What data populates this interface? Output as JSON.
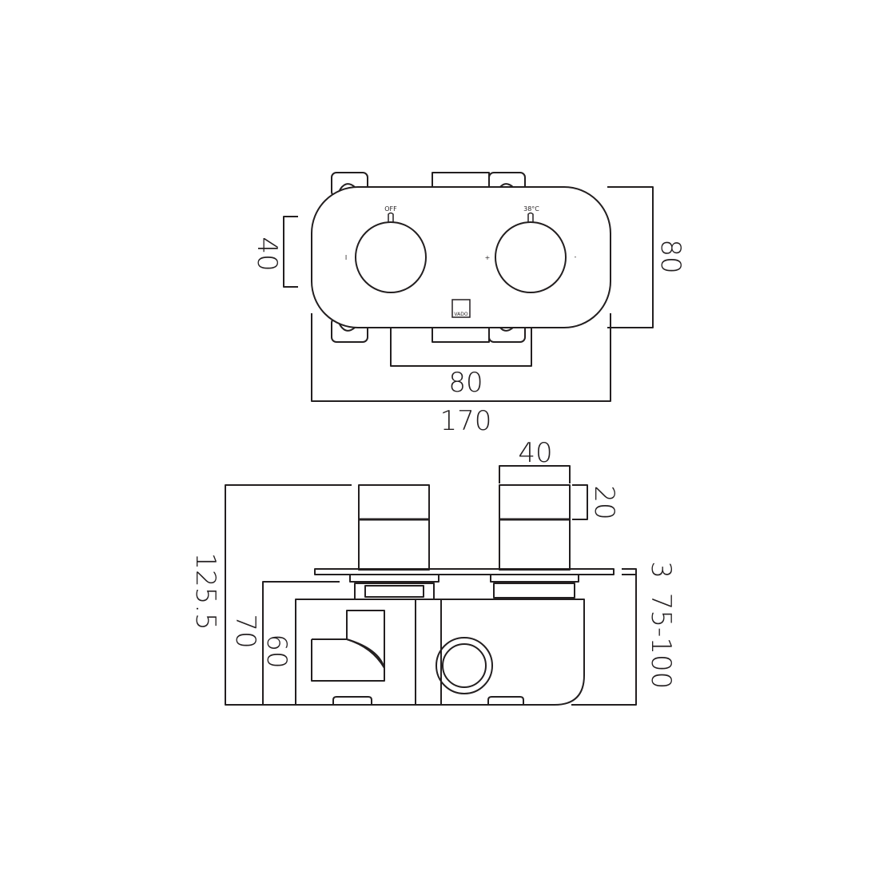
{
  "front_view": {
    "left_knob_label": "OFF",
    "right_knob_label": "38°C",
    "left_knob_mark": "I",
    "right_knob_plus": "+",
    "right_knob_minus": "-",
    "logo_text": "VADO",
    "dim_knob_height": "40",
    "dim_plate_height": "80",
    "dim_bracket_width": "80",
    "dim_plate_width": "170"
  },
  "side_view": {
    "dim_handle_width": "40",
    "dim_handle_cap": "20",
    "dim_plate_thickness": "3",
    "dim_wall_depth": "75-100",
    "dim_total_depth": "125.5",
    "dim_body_depth_70": "70",
    "dim_body_depth_60": "60"
  }
}
